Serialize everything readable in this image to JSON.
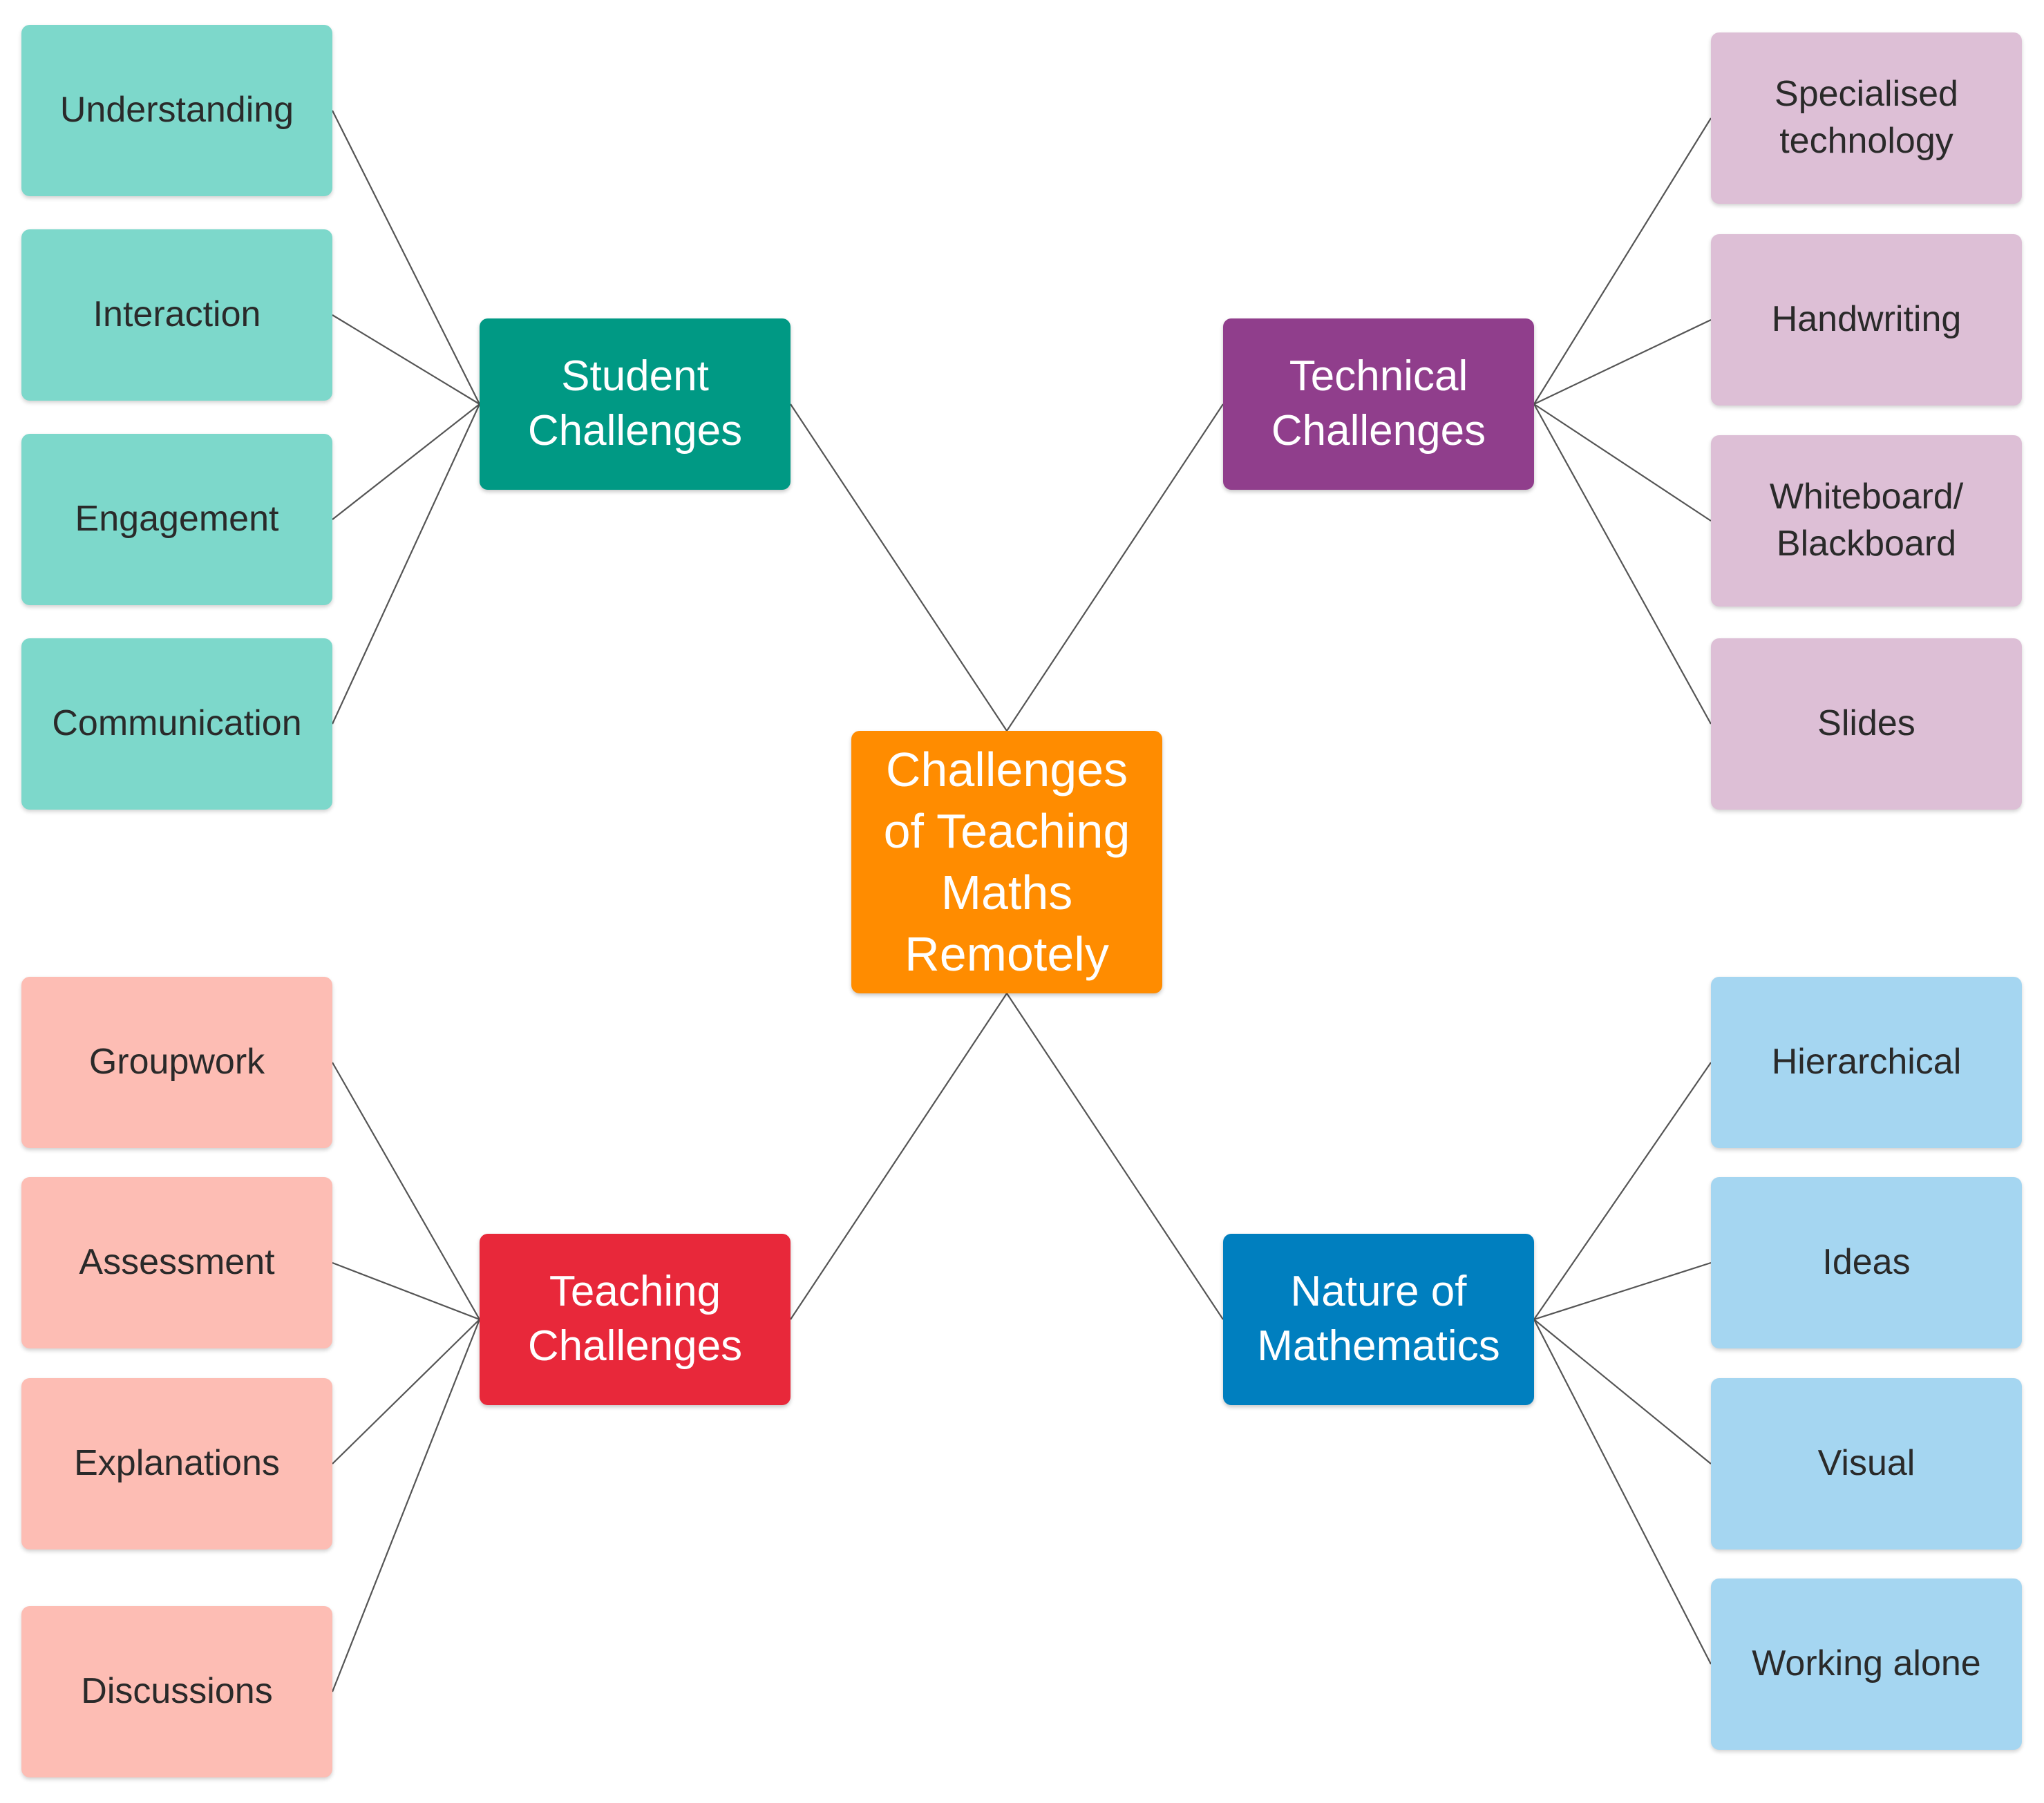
{
  "colors": {
    "center": "#FF8C00",
    "student": "#009984",
    "student_leaf": "#7DD8CB",
    "technical": "#903E8C",
    "technical_leaf": "#DDBFD6",
    "teaching": "#E8283A",
    "teaching_leaf": "#FDBDB4",
    "nature": "#007FBF",
    "nature_leaf": "#A5D6F1",
    "edge": "#555555"
  },
  "center": {
    "label": "Challenges\nof Teaching\nMaths\nRemotely"
  },
  "branches": {
    "student": {
      "label": "Student\nChallenges"
    },
    "technical": {
      "label": "Technical\nChallenges"
    },
    "teaching": {
      "label": "Teaching\nChallenges"
    },
    "nature": {
      "label": "Nature of\nMathematics"
    }
  },
  "leaves": {
    "student": [
      "Understanding",
      "Interaction",
      "Engagement",
      "Communication"
    ],
    "technical": [
      "Specialised\ntechnology",
      "Handwriting",
      "Whiteboard/\nBlackboard",
      "Slides"
    ],
    "teaching": [
      "Groupwork",
      "Assessment",
      "Explanations",
      "Discussions"
    ],
    "nature": [
      "Hierarchical",
      "Ideas",
      "Visual",
      "Working alone"
    ]
  }
}
